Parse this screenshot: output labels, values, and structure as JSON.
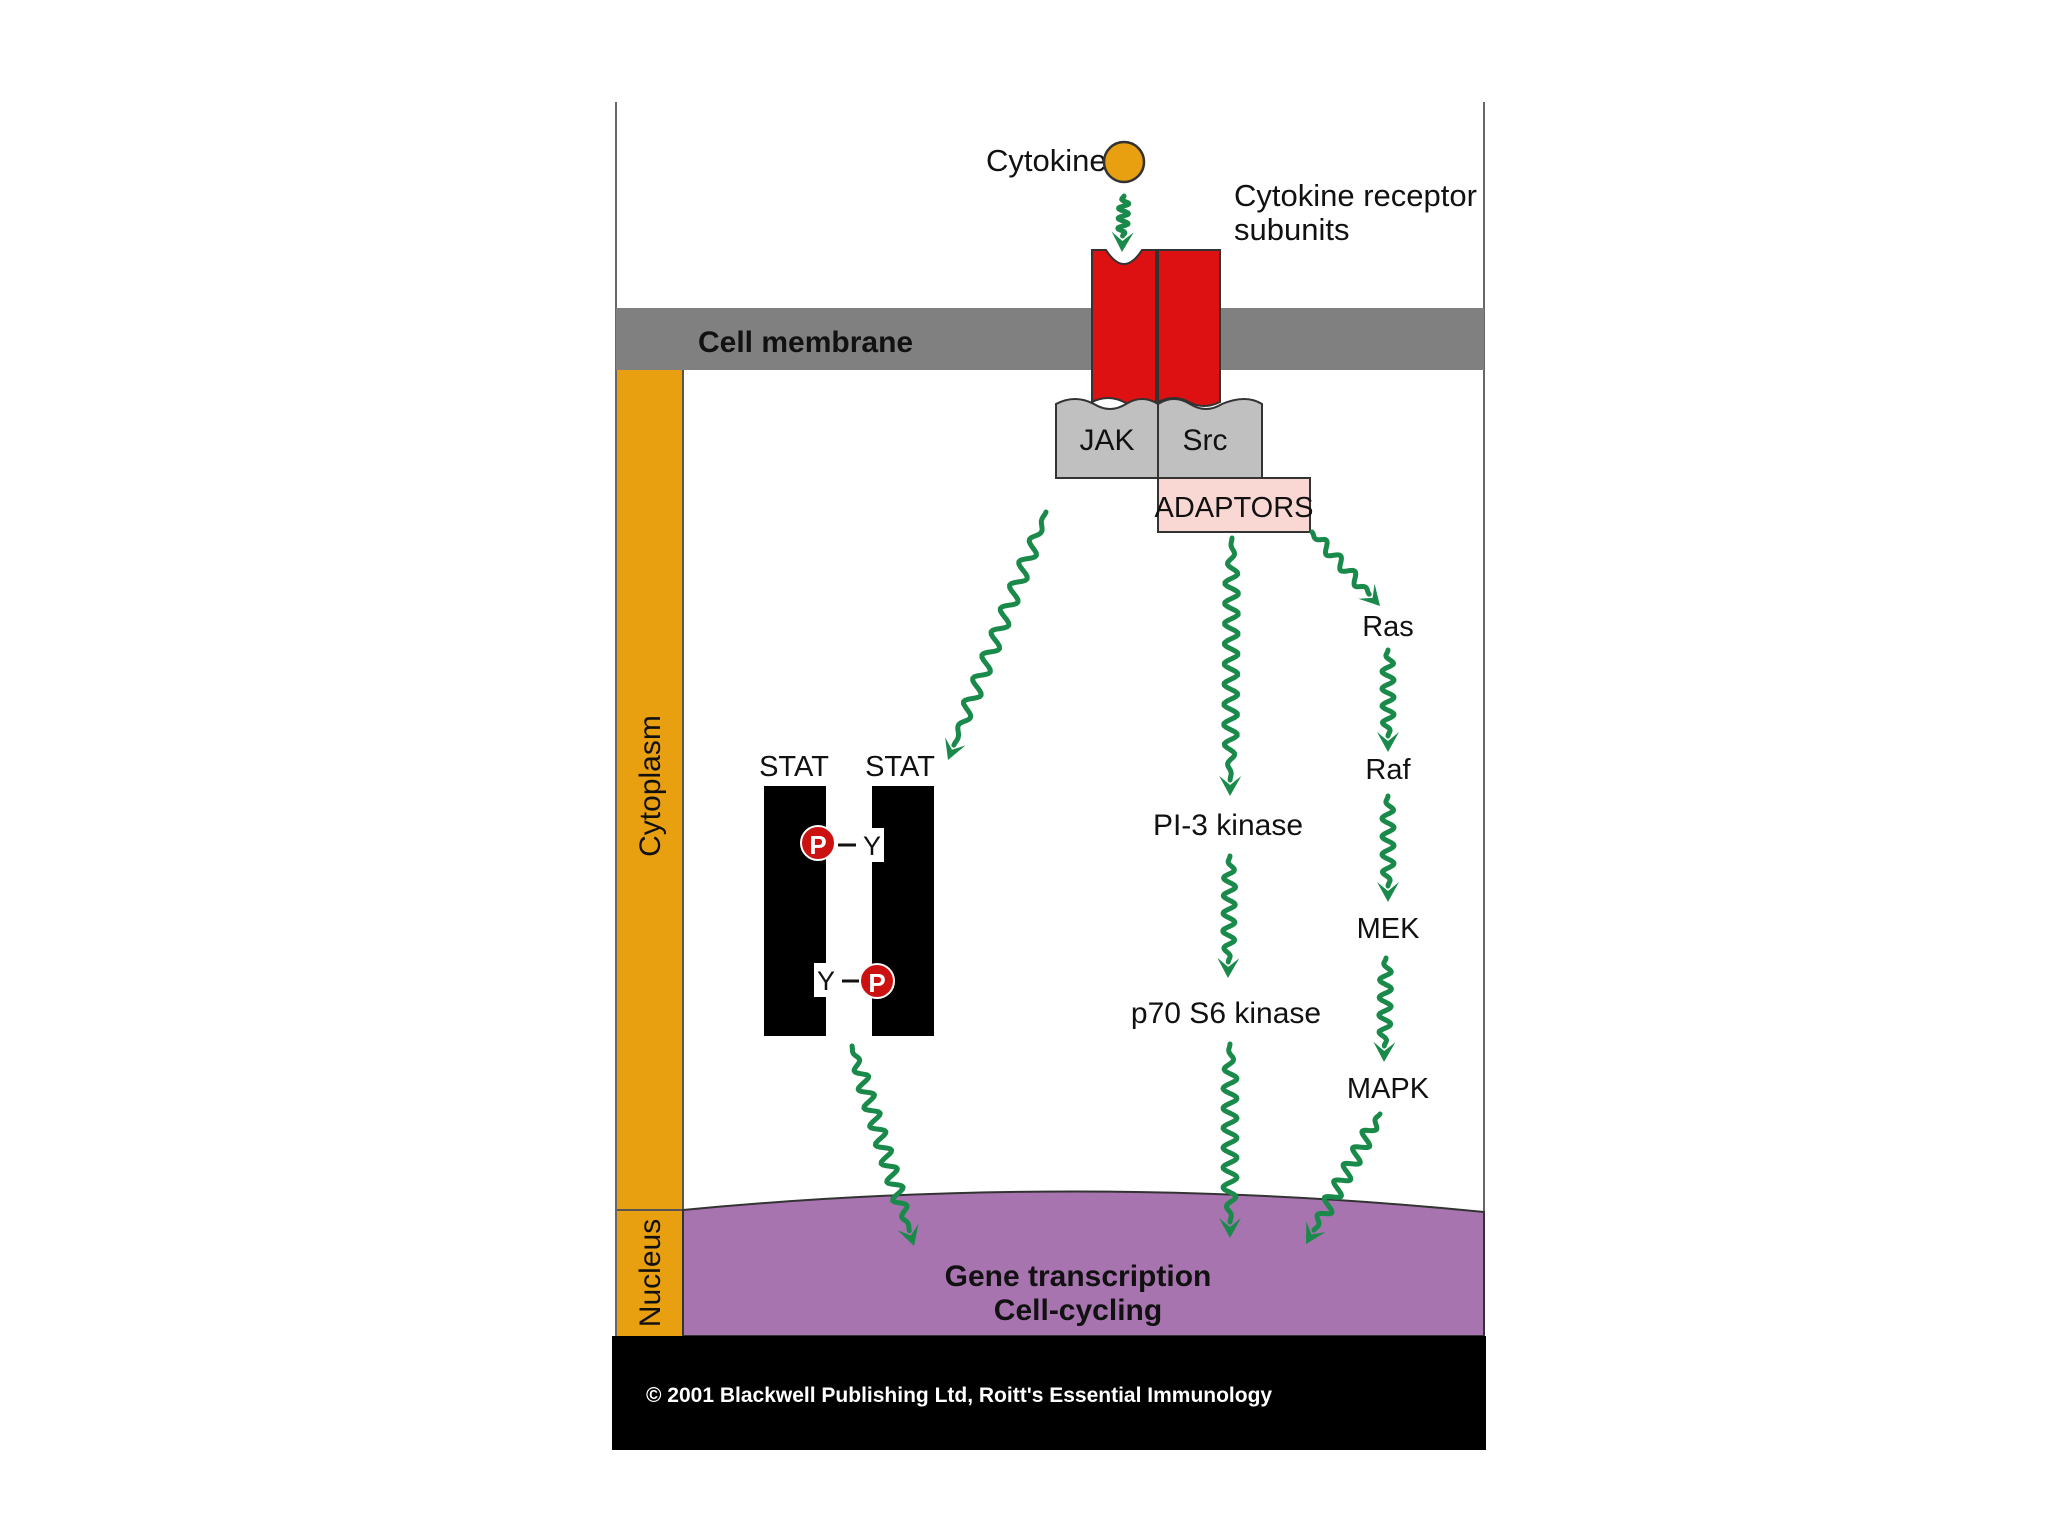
{
  "labels": {
    "cytokine": "Cytokine",
    "receptor_line1": "Cytokine receptor",
    "receptor_line2": "subunits",
    "cell_membrane": "Cell membrane",
    "cytoplasm": "Cytoplasm",
    "nucleus": "Nucleus",
    "jak": "JAK",
    "src": "Src",
    "adaptors": "ADAPTORS",
    "stat_left": "STAT",
    "stat_right": "STAT",
    "p_top": "P",
    "y_top": "Y",
    "y_bottom": "Y",
    "p_bottom": "P",
    "pi3_kinase": "PI-3 kinase",
    "p70_s6_kinase": "p70 S6 kinase",
    "ras": "Ras",
    "raf": "Raf",
    "mek": "MEK",
    "mapk": "MAPK",
    "gene_transcription": "Gene transcription",
    "cell_cycling": "Cell-cycling",
    "copyright": "© 2001 Blackwell Publishing Ltd, Roitt's Essential Immunology"
  },
  "colors": {
    "membrane": "#808080",
    "cytoplasm_bar": "#e8a010",
    "nucleus": "#a874b0",
    "receptor": "#dd1111",
    "kinase_box": "#c0c0c0",
    "adaptors_box": "#f9d8d4",
    "stat": "#000000",
    "phosphate": "#cc1111",
    "cytokine": "#e8a010",
    "arrow": "#1a8a4a",
    "footer": "#000000"
  }
}
